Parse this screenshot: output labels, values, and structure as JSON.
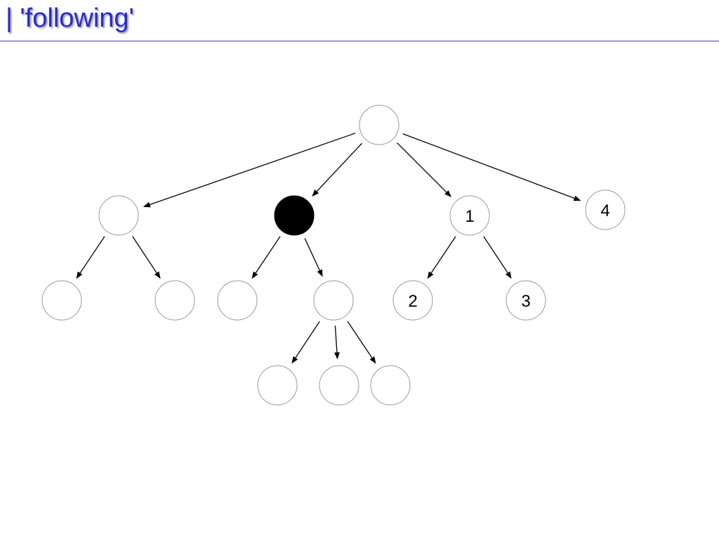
{
  "slide": {
    "title": "| 'following'",
    "title_color": "#2a2ac8",
    "rule_color": "#3c3cc8"
  },
  "tree": {
    "node_fill_default": "#ffffff",
    "node_fill_context": "#000000",
    "node_stroke": "#999999",
    "edge_color": "#000000",
    "nodes": [
      {
        "id": "root",
        "label": ""
      },
      {
        "id": "a",
        "label": ""
      },
      {
        "id": "context",
        "label": "",
        "context": true
      },
      {
        "id": "b",
        "label": "1"
      },
      {
        "id": "c",
        "label": "4"
      },
      {
        "id": "a1",
        "label": ""
      },
      {
        "id": "a2",
        "label": ""
      },
      {
        "id": "ctx1",
        "label": ""
      },
      {
        "id": "ctx2",
        "label": ""
      },
      {
        "id": "b1",
        "label": "2"
      },
      {
        "id": "b2",
        "label": "3"
      },
      {
        "id": "ctx2a",
        "label": ""
      },
      {
        "id": "ctx2b",
        "label": ""
      },
      {
        "id": "ctx2c",
        "label": ""
      }
    ],
    "edges": [
      [
        "root",
        "a"
      ],
      [
        "root",
        "context"
      ],
      [
        "root",
        "b"
      ],
      [
        "root",
        "c"
      ],
      [
        "a",
        "a1"
      ],
      [
        "a",
        "a2"
      ],
      [
        "context",
        "ctx1"
      ],
      [
        "context",
        "ctx2"
      ],
      [
        "b",
        "b1"
      ],
      [
        "b",
        "b2"
      ],
      [
        "ctx2",
        "ctx2a"
      ],
      [
        "ctx2",
        "ctx2b"
      ],
      [
        "ctx2",
        "ctx2c"
      ]
    ]
  }
}
